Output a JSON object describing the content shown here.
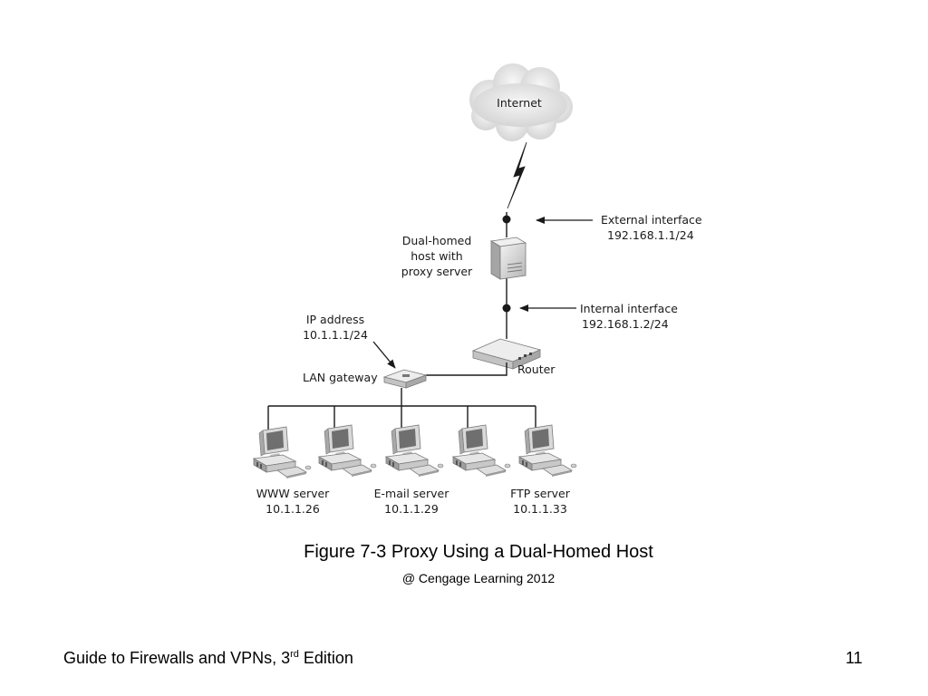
{
  "diagram": {
    "cloud_label": "Internet",
    "external_interface": {
      "title": "External interface",
      "address": "192.168.1.1/24"
    },
    "dual_homed_host": [
      "Dual-homed",
      "host with",
      "proxy server"
    ],
    "internal_interface": {
      "title": "Internal interface",
      "address": "192.168.1.2/24"
    },
    "ip_address": {
      "title": "IP address",
      "address": "10.1.1.1/24"
    },
    "router_label": "Router",
    "lan_gateway_label": "LAN gateway",
    "servers": [
      {
        "name": "WWW server",
        "ip": "10.1.1.26"
      },
      {
        "name": "E-mail server",
        "ip": "10.1.1.29"
      },
      {
        "name": "FTP server",
        "ip": "10.1.1.33"
      }
    ]
  },
  "caption": {
    "title": "Figure 7-3 Proxy Using a Dual-Homed Host",
    "credit": "@ Cengage Learning 2012"
  },
  "footer": {
    "book_title_prefix": "Guide to Firewalls and VPNs, 3",
    "book_title_sup": "rd",
    "book_title_suffix": " Edition",
    "page_number": "11"
  }
}
